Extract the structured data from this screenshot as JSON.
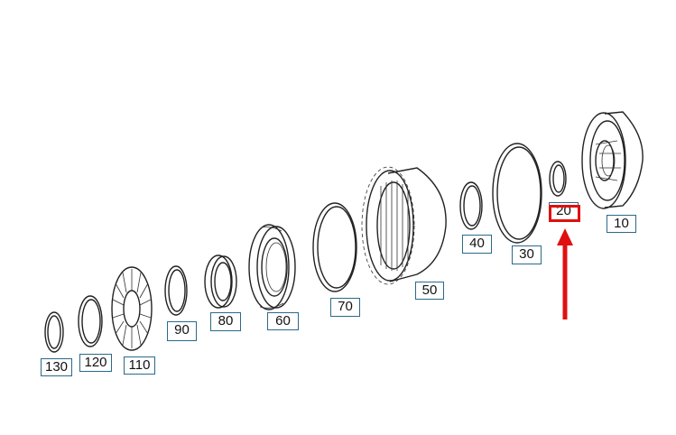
{
  "parts": [
    {
      "id": "p130",
      "label": "130"
    },
    {
      "id": "p120",
      "label": "120"
    },
    {
      "id": "p110",
      "label": "110"
    },
    {
      "id": "p90",
      "label": "90"
    },
    {
      "id": "p80",
      "label": "80"
    },
    {
      "id": "p60",
      "label": "60"
    },
    {
      "id": "p70",
      "label": "70"
    },
    {
      "id": "p50",
      "label": "50"
    },
    {
      "id": "p40",
      "label": "40"
    },
    {
      "id": "p30",
      "label": "30"
    },
    {
      "id": "p20",
      "label": "20"
    },
    {
      "id": "p10",
      "label": "10"
    }
  ],
  "highlight": {
    "part": "20",
    "color": "#e01010"
  },
  "colors": {
    "label_border": "#2a6a8a",
    "arrow": "#e01010"
  }
}
